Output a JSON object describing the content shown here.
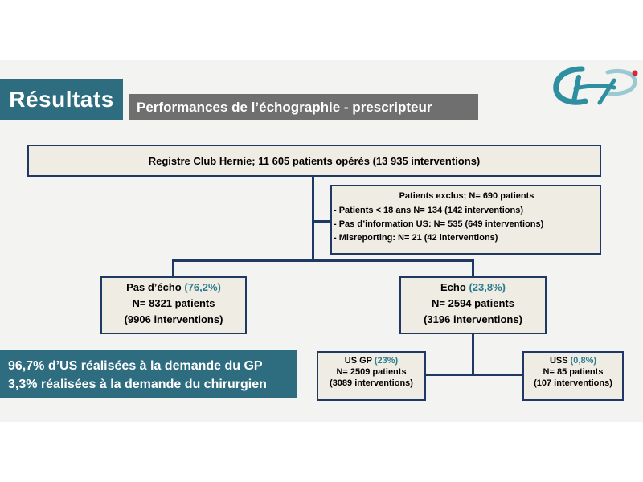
{
  "header": {
    "title": "Résultats",
    "subtitle": "Performances de l’échographie - prescripteur",
    "logo_icon": "ch-logo-icon"
  },
  "colors": {
    "title_bg": "#2e6c80",
    "subtitle_bg": "#6f6f6f",
    "box_bg": "#efece3",
    "box_border": "#1f3864",
    "highlight": "#2e7a8c"
  },
  "flowchart": {
    "registre": "Registre Club Hernie; 11 605 patients opérés (13 935 interventions)",
    "exclus": {
      "title": "Patients exclus; N= 690 patients",
      "rows": [
        "- Patients < 18 ans N= 134 (142 interventions)",
        "- Pas d’information US: N= 535 (649 interventions)",
        "- Misreporting: N= 21  (42 interventions)"
      ]
    },
    "pas_echo": {
      "label": "Pas d’écho",
      "pct": "(76,2%)",
      "patients": "N= 8321 patients",
      "interventions": "(9906 interventions)"
    },
    "echo": {
      "label": "Echo",
      "pct": "(23,8%)",
      "patients": "N=  2594 patients",
      "interventions": "(3196 interventions)"
    },
    "us_gp": {
      "label": "US GP",
      "pct": "(23%)",
      "patients": "N=  2509 patients",
      "interventions": "(3089 interventions)"
    },
    "uss": {
      "label": "USS",
      "pct": "(0,8%)",
      "patients": "N= 85 patients",
      "interventions": "(107 interventions)"
    }
  },
  "callout": {
    "line1": "96,7% d’US réalisées à la demande du GP",
    "line2": "3,3% réalisées à la demande du chirurgien"
  }
}
